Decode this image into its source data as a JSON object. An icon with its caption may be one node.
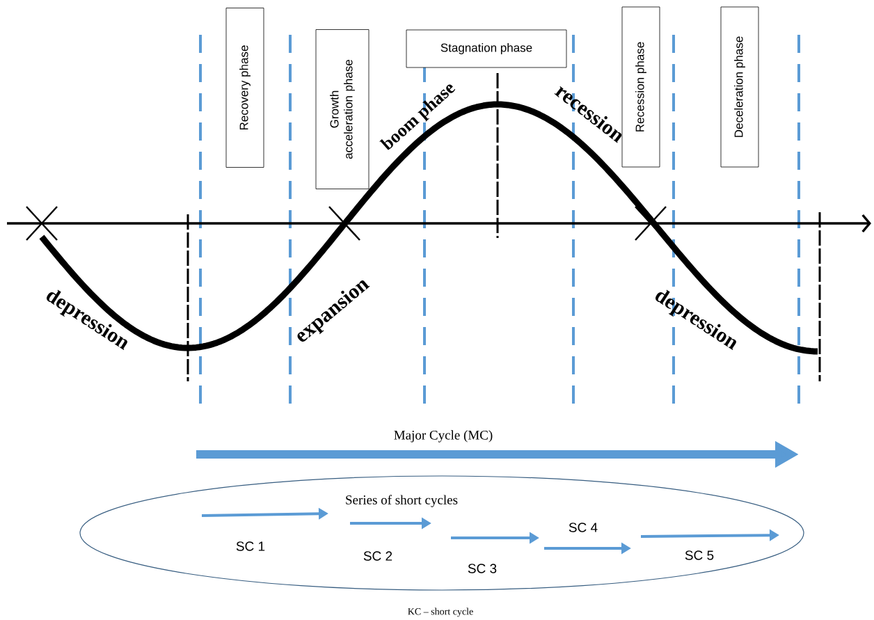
{
  "diagram": {
    "nodes": [
      {
        "text": [
          "Recovery phase"
        ]
      },
      {
        "text": [
          "Growth acceleration phase"
        ]
      },
      {
        "text": [
          "Stagnation phase"
        ]
      },
      {
        "text": [
          "Recession phase"
        ]
      },
      {
        "text": [
          "Deceleration phase"
        ]
      },
      {
        "text": [
          "Series of short cycles"
        ]
      }
    ],
    "labels": [
      "boom phase",
      "recession",
      "depression",
      "expansion",
      "depression",
      "Major Cycle (MC)",
      "SC 1",
      "SC 2",
      "SC 3",
      "SC 4",
      "SC 5",
      "KC – short cycle"
    ]
  }
}
